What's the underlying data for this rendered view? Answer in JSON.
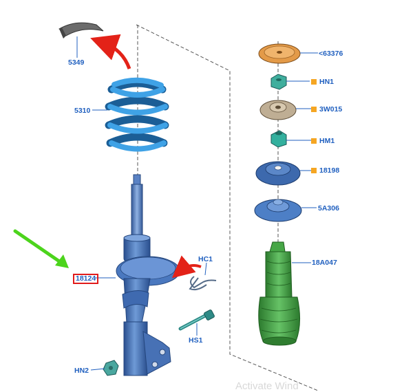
{
  "labels": {
    "p5349": "5349",
    "p5310": "5310",
    "p18124": "18124",
    "phc1": "HC1",
    "phs1": "HS1",
    "phn2": "HN2",
    "p63376": "<63376",
    "phn1": "HN1",
    "p3w015": "3W015",
    "phm1": "HM1",
    "p18198": "18198",
    "p5a306": "5A306",
    "p18a047": "18A047"
  },
  "watermark": "Activate Wind",
  "colors": {
    "label_text": "#1f5fbf",
    "highlight_box": "#e11b1b",
    "pointer_arrow": "#4cd41c",
    "move_arrow": "#e32218",
    "marker_square": "#f5a623",
    "strut": "#3e6fb8",
    "spring": "#2f8fd6",
    "bump_stop": "#3c9b3c",
    "bearing_orange": "#e8a050",
    "mount_grey": "#b8a890"
  },
  "icons": {
    "pointer": "green-pointer-arrow-icon",
    "move": "red-curved-arrow-icon",
    "marker": "orange-square-marker-icon"
  }
}
